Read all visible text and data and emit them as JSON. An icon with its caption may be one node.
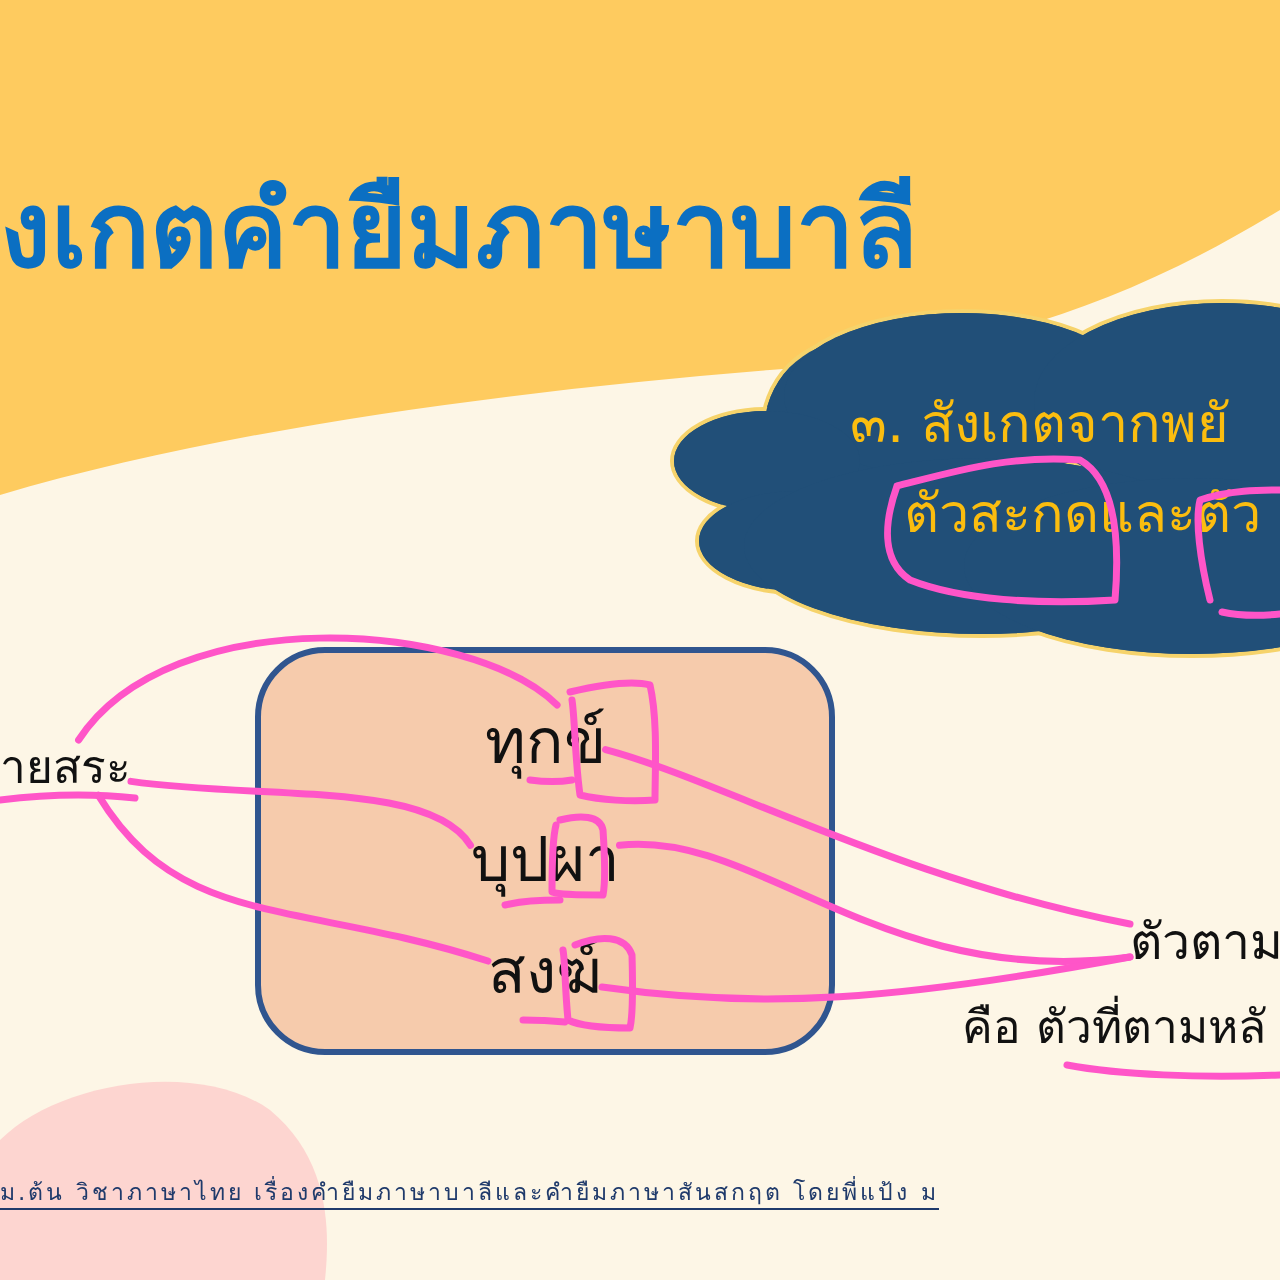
{
  "diagram": {
    "title": "งเกตคำยืมภาษาบาลี",
    "caption": "ม.ต้น วิชาภาษาไทย เรื่องคำยืมภาษาบาลีและคำยืมภาษาสันสกฤต โดยพี่แป้ง ม",
    "nodes": [
      {
        "text": [
          "๓. สังเกตจากพยั",
          "ตัวสะกดและตัว"
        ]
      },
      {
        "text": [],
        "shape": "box"
      },
      {
        "text": [
          "ทุกข์"
        ],
        "in": 1
      },
      {
        "text": [
          "บุปผา"
        ],
        "in": 1
      },
      {
        "text": [
          "สงฆ์"
        ],
        "in": 1
      },
      {
        "text": [
          "ายสระ"
        ]
      },
      {
        "text": [
          "ตัวตาม"
        ]
      }
    ],
    "edges": [
      {
        "from": 5,
        "to": 2,
        "arrow": "none"
      },
      {
        "from": 5,
        "to": 3,
        "arrow": "none"
      },
      {
        "from": 5,
        "to": 4,
        "arrow": "none"
      },
      {
        "from": 6,
        "to": 2,
        "arrow": "none"
      },
      {
        "from": 6,
        "to": 3,
        "arrow": "none"
      },
      {
        "from": 6,
        "to": 4,
        "arrow": "none"
      }
    ],
    "labels": [
      "คือ ตัวที่ตามหลั"
    ]
  }
}
